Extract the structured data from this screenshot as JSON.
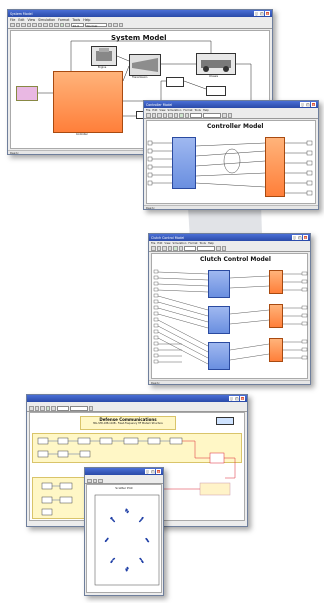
{
  "system_window": {
    "menu": [
      "File",
      "Edit",
      "View",
      "Simulation",
      "Format",
      "Tools",
      "Help"
    ],
    "sim_time": "10.0",
    "sim_mode": "Normal",
    "title": "System Model",
    "status": "Ready",
    "blocks": {
      "engine": "Engine",
      "transmission": "Transmission",
      "chassis": "Chassis",
      "controller": "Controller"
    }
  },
  "controller_window": {
    "menu": [
      "File",
      "Edit",
      "View",
      "Simulation",
      "Format",
      "Tools",
      "Help"
    ],
    "title": "Controller Model",
    "status": "Ready"
  },
  "clutch_window": {
    "menu": [
      "File",
      "Edit",
      "View",
      "Simulation",
      "Format",
      "Tools",
      "Help"
    ],
    "title": "Clutch Control Model",
    "status": "Ready"
  },
  "wideband_window": {
    "title": "Defense Communications",
    "subtitle": "MIL-STD-188-110B - Fixed-Frequency HF Modem Structure"
  },
  "scatter_window": {
    "title": "Scatter Plot"
  },
  "colors": {
    "titlebar": "#3358c4",
    "orange_block": "#ff8c42",
    "blue_block": "#7b9ce6",
    "scatter_points": "#1f3fa6"
  },
  "chart_data": {
    "type": "scatter",
    "series": [
      {
        "name": "",
        "x": [
          -0.7,
          -0.65,
          -0.72,
          -0.6,
          -0.75,
          0.0,
          0.05,
          -0.05,
          0.02,
          -0.03,
          0.7,
          0.65,
          0.74,
          0.6,
          0.72,
          -0.95,
          -0.9,
          -1.0,
          -0.92,
          -0.98,
          0.95,
          0.9,
          1.0,
          0.93,
          0.97,
          -0.7,
          -0.65,
          -0.74,
          -0.6,
          -0.72,
          0.0,
          0.04,
          -0.04,
          0.02,
          -0.02,
          0.7,
          0.66,
          0.74,
          0.62,
          0.71
        ],
        "y": [
          0.7,
          0.66,
          0.74,
          0.62,
          0.72,
          1.0,
          0.95,
          0.97,
          0.92,
          1.02,
          0.7,
          0.66,
          0.74,
          0.62,
          0.73,
          0.0,
          0.05,
          -0.04,
          0.03,
          -0.02,
          0.0,
          0.04,
          -0.05,
          0.02,
          -0.03,
          -0.7,
          -0.65,
          -0.74,
          -0.62,
          -0.72,
          -1.0,
          -0.95,
          -0.97,
          -0.92,
          -1.02,
          -0.7,
          -0.65,
          -0.74,
          -0.62,
          -0.71
        ]
      }
    ],
    "xlim": [
      -1.5,
      1.5
    ],
    "ylim": [
      -1.5,
      1.5
    ],
    "grid": false
  }
}
